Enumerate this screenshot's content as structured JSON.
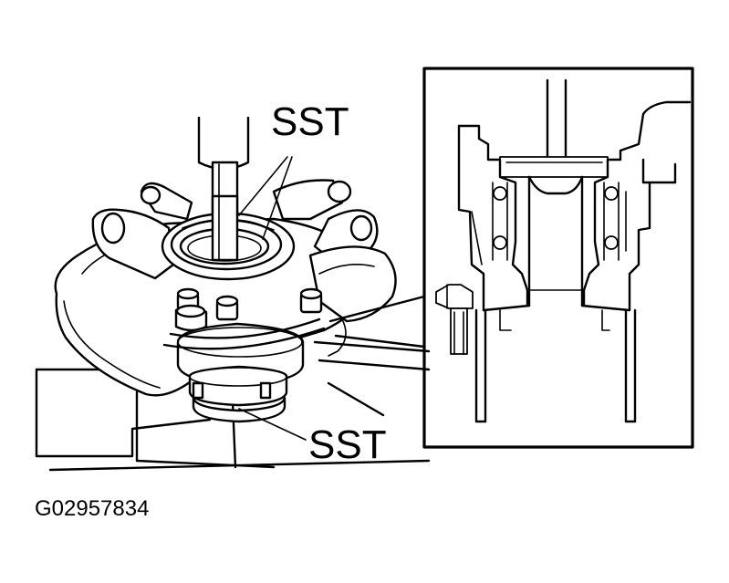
{
  "labels": {
    "sst_top": "SST",
    "sst_bottom": "SST"
  },
  "figure_code": "G02957834"
}
